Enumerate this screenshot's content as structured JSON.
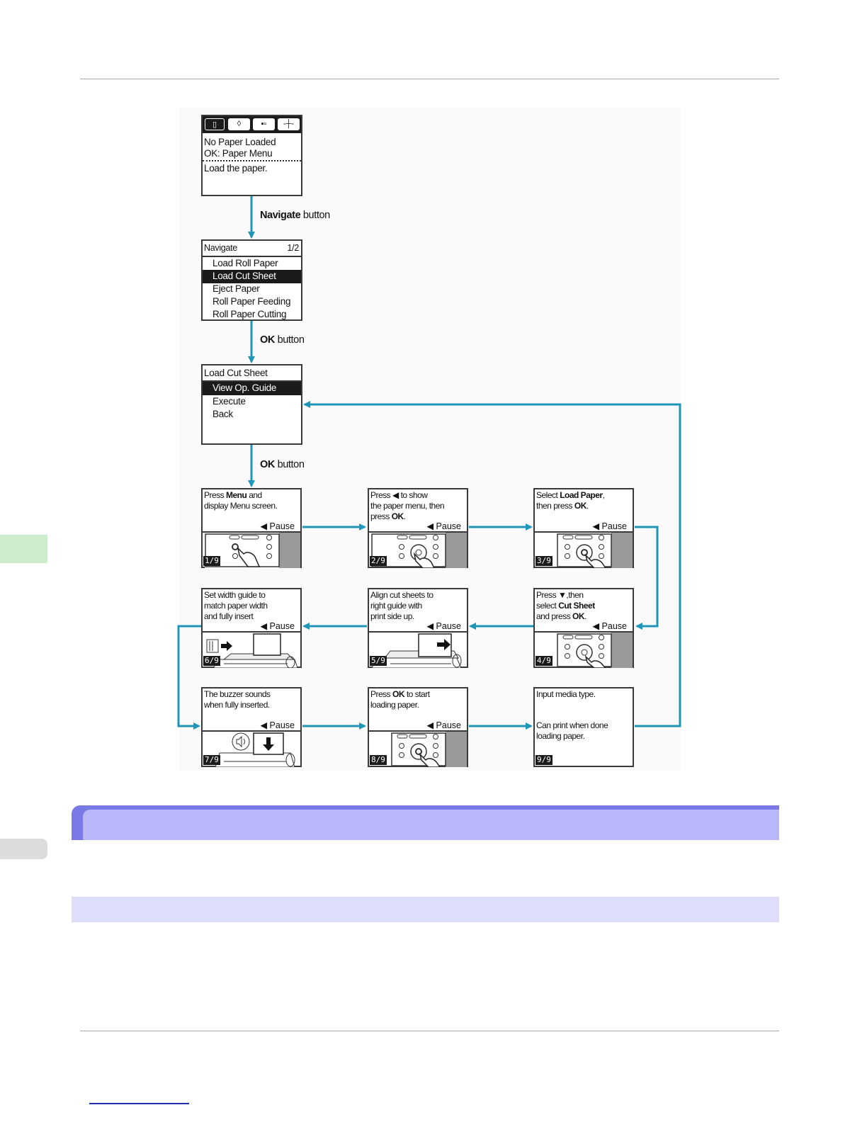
{
  "screen1": {
    "tabs": [
      "▯",
      "◊",
      "▪▫",
      "-┼-"
    ],
    "line1": "No Paper Loaded",
    "line2": "OK: Paper Menu",
    "line3": "Load the paper."
  },
  "navigate_label": {
    "bold": "Navigate",
    "rest": " button"
  },
  "screen2": {
    "title": "Navigate",
    "page": "1/2",
    "items": [
      "Load Roll Paper",
      "Load Cut Sheet",
      "Eject Paper",
      "Roll Paper Feeding",
      "Roll Paper Cutting"
    ]
  },
  "ok_label_1": {
    "bold": "OK",
    "rest": " button"
  },
  "screen3": {
    "title": "Load Cut Sheet",
    "items": [
      "View Op. Guide",
      "Execute",
      "Back"
    ]
  },
  "ok_label_2": {
    "bold": "OK",
    "rest": " button"
  },
  "pause_label": "◀ Pause",
  "steps": [
    {
      "num": "1/9",
      "l1a": "Press ",
      "l1b": "Menu",
      "l1c": " and",
      "l2": "display Menu screen."
    },
    {
      "num": "2/9",
      "l1": "Press ◀ to show",
      "l2": "the paper menu, then",
      "l3a": "press ",
      "l3b": "OK",
      "l3c": "."
    },
    {
      "num": "3/9",
      "l1a": "Select ",
      "l1b": "Load Paper",
      "l1c": ",",
      "l2a": "then press ",
      "l2b": "OK",
      "l2c": "."
    },
    {
      "num": "4/9",
      "l1": "Press ▼,then",
      "l2a": "select ",
      "l2b": "Cut Sheet",
      "l3a": "and press ",
      "l3b": "OK",
      "l3c": "."
    },
    {
      "num": "5/9",
      "l1": "Align cut sheets to",
      "l2": "right guide with",
      "l3": "print side up."
    },
    {
      "num": "6/9",
      "l1": "Set width guide to",
      "l2": "match paper width",
      "l3": "and fully insert"
    },
    {
      "num": "7/9",
      "l1": "The buzzer sounds",
      "l2": "when fully inserted."
    },
    {
      "num": "8/9",
      "l1a": "Press ",
      "l1b": "OK",
      "l1c": " to start",
      "l2": "loading paper."
    },
    {
      "num": "9/9",
      "l1": "Input media type.",
      "l2": "Can print when done",
      "l3": "loading paper."
    }
  ],
  "colors": {
    "arrow": "#1f96b8",
    "band_dark": "#7a7ae6",
    "band_light": "#b8b8fb",
    "band_pale": "#dedefb",
    "side_tab": "#cdeccd",
    "link": "#1f2fb0"
  }
}
